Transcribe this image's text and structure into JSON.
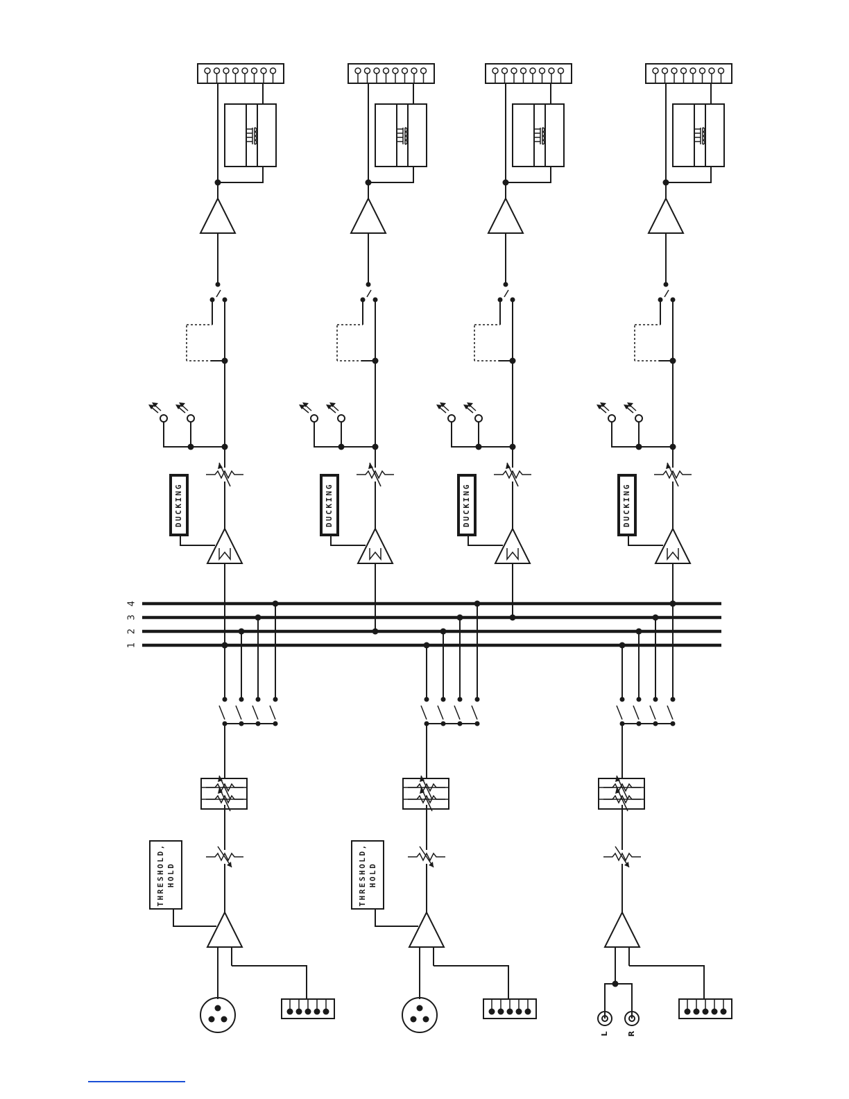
{
  "bus": {
    "labels": [
      "1",
      "2",
      "3",
      "4"
    ]
  },
  "inputs": [
    {
      "id": "in1",
      "type": "xlr",
      "control_label": "THRESHOLD,\nHOLD"
    },
    {
      "id": "in2",
      "type": "xlr",
      "control_label": "THRESHOLD,\nHOLD"
    },
    {
      "id": "in3",
      "type": "rca",
      "jack_labels": [
        "L",
        "R"
      ]
    }
  ],
  "outputs": [
    {
      "id": "out1",
      "control_label": "DUCKING"
    },
    {
      "id": "out2",
      "control_label": "DUCKING"
    },
    {
      "id": "out3",
      "control_label": "DUCKING"
    },
    {
      "id": "out4",
      "control_label": "DUCKING"
    }
  ],
  "colors": {
    "ink": "#1a1a1a",
    "footer_rule": "#1a4fd6",
    "background": "#ffffff"
  }
}
